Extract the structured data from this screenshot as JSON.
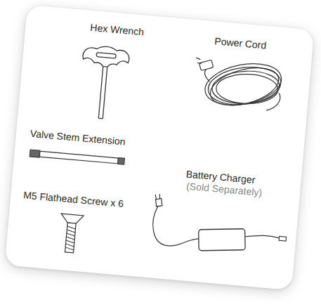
{
  "diagram": {
    "labels": [
      "Hex Wrench",
      "Power Cord",
      "Valve Stem Extension",
      "M5 Flathead Screw x 6",
      "Battery Charger",
      "(Sold Separately)"
    ]
  }
}
